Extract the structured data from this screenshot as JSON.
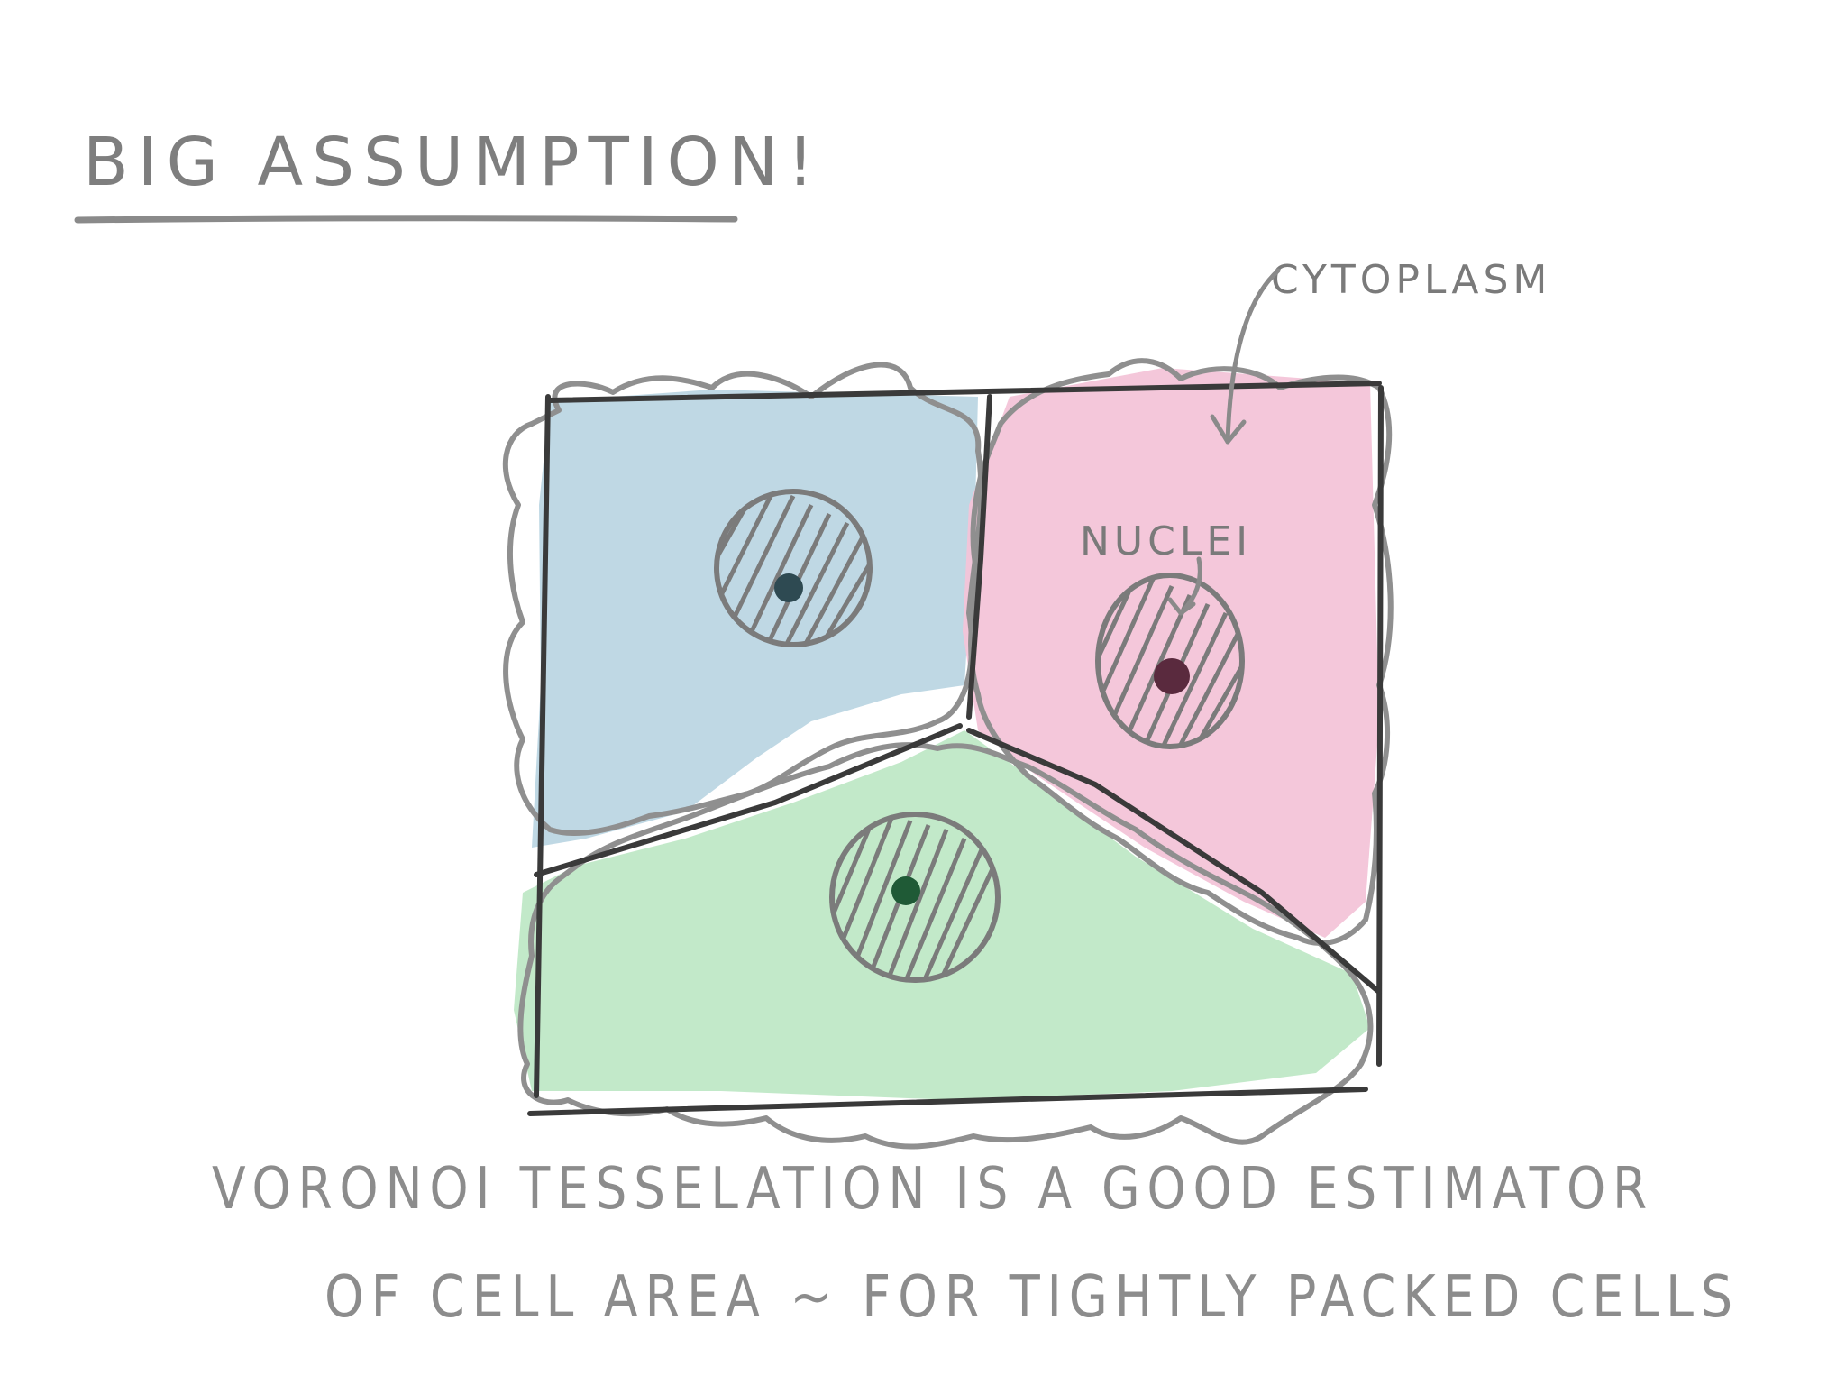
{
  "title": "BIG ASSUMPTION!",
  "labels": {
    "cytoplasm": "CYTOPLASM",
    "nuclei": "NUCLEI"
  },
  "caption": {
    "line1": "VORONOI  TESSELATION  IS A GOOD ESTIMATOR",
    "line2": "OF CELL AREA ~ FOR TIGHTLY PACKED CELLS"
  },
  "colors": {
    "blue_cell": "#bcd6e3",
    "pink_cell": "#f3c4d8",
    "green_cell": "#bfe8c6",
    "outline": "#8f8f8f",
    "voronoi_edge": "#3a3a3a",
    "nucleus_dot_blue": "#2e4a52",
    "nucleus_dot_pink": "#5a2a3e",
    "nucleus_dot_green": "#1f5a36"
  }
}
